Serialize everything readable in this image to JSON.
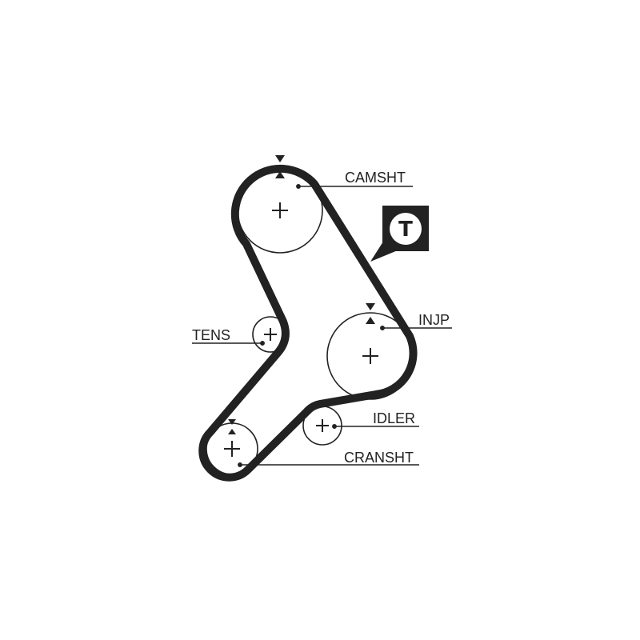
{
  "diagram": {
    "labels": {
      "camshaft": "CAMSHT",
      "injection_pump": "INJP",
      "tensioner": "TENS",
      "idler": "IDLER",
      "crankshaft": "CRANSHT"
    },
    "badge": {
      "letter": "T"
    },
    "colors": {
      "belt": "#222222",
      "line": "#222222",
      "badge_bg": "#222222",
      "badge_circle": "#ffffff"
    }
  }
}
